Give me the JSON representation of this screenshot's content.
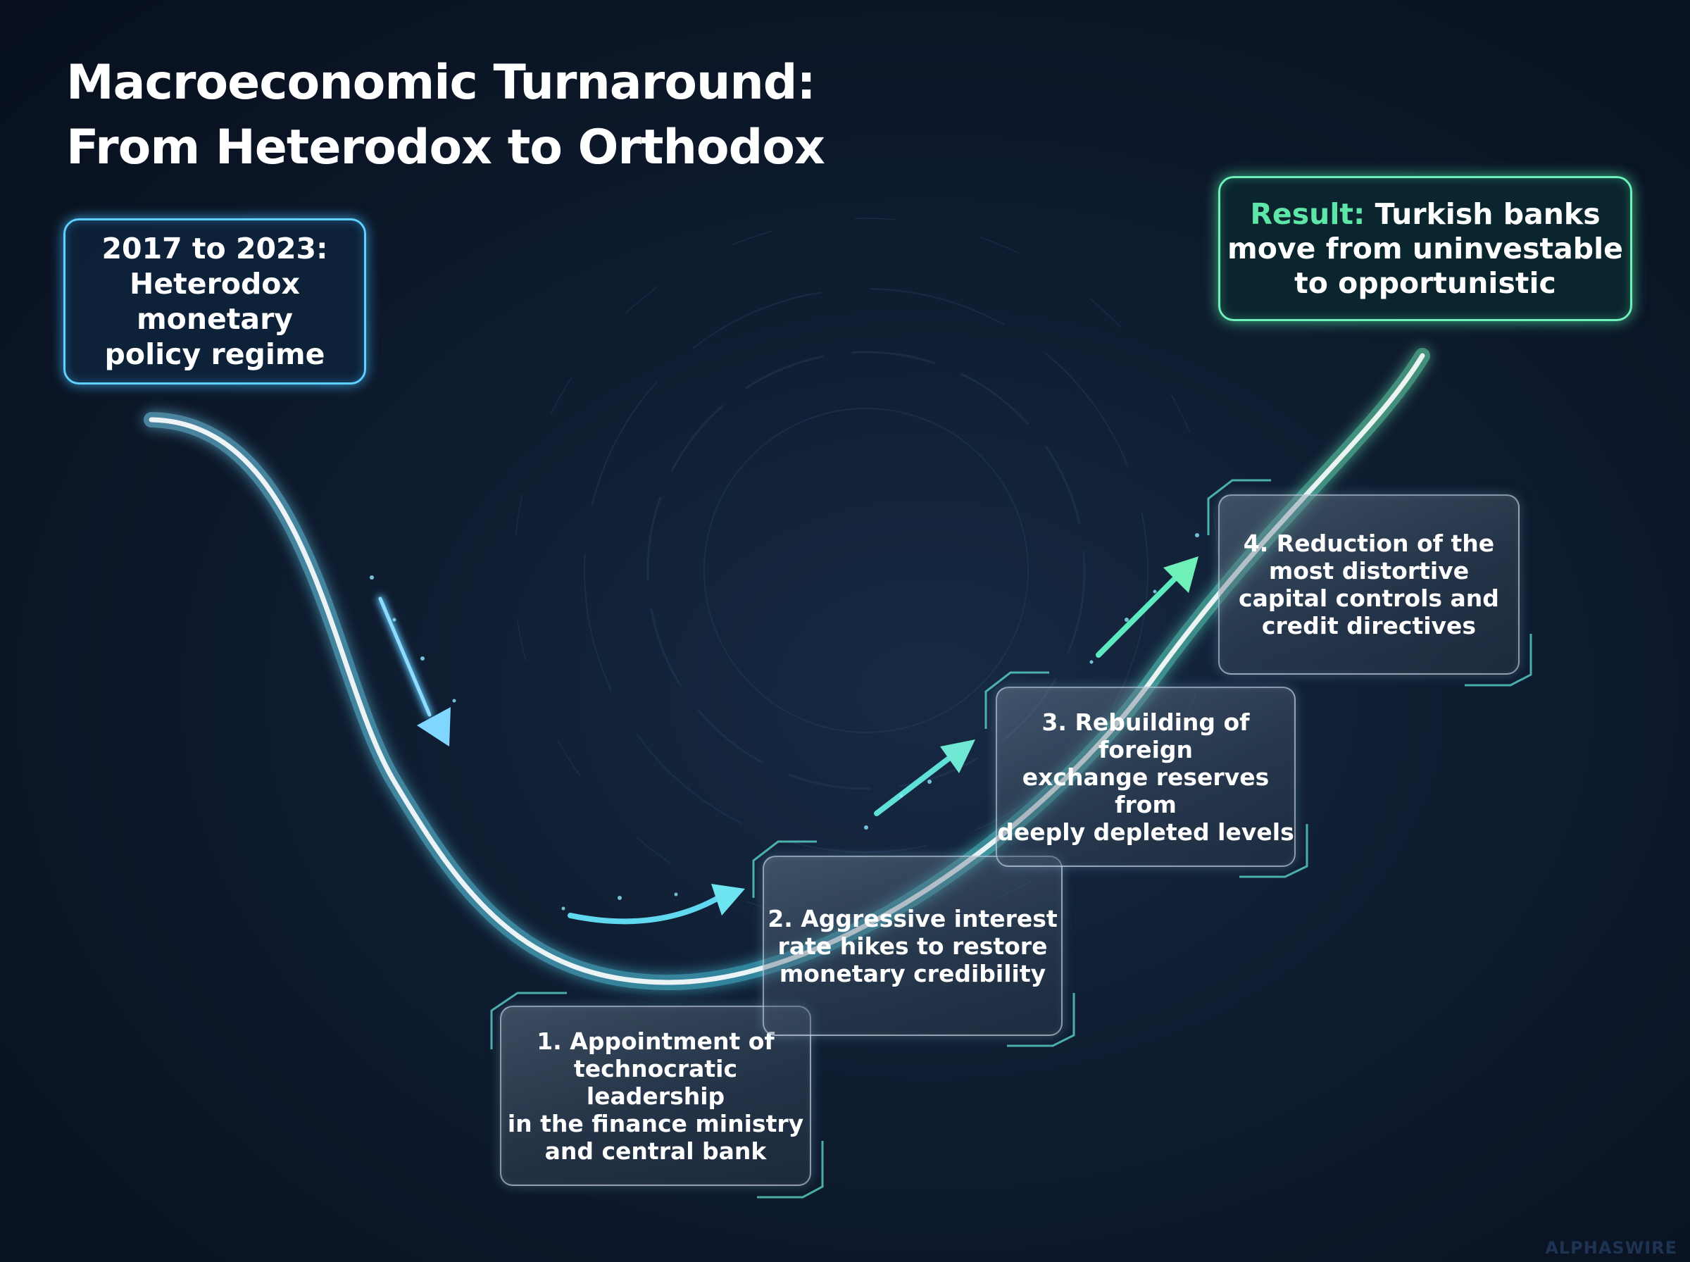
{
  "title": {
    "line1": "Macroeconomic Turnaround:",
    "line2": "From Heterodox to Orthodox"
  },
  "start": {
    "line1": "2017 to 2023:",
    "line2": "Heterodox",
    "line3": "monetary",
    "line4": "policy regime"
  },
  "result": {
    "label": "Result:",
    "line1": "Turkish banks",
    "line2": "move from uninvestable",
    "line3": "to opportunistic"
  },
  "steps": [
    {
      "lines": [
        "1. Appointment of",
        "technocratic leadership",
        "in the finance ministry",
        "and central bank"
      ]
    },
    {
      "lines": [
        "2. Aggressive interest",
        "rate hikes to restore",
        "monetary credibility"
      ]
    },
    {
      "lines": [
        "3. Rebuilding of foreign",
        "exchange reserves from",
        "deeply depleted levels"
      ]
    },
    {
      "lines": [
        "4. Reduction of the",
        "most distortive",
        "capital controls and",
        "credit directives"
      ]
    }
  ],
  "watermark": "ALPHASWIRE",
  "colors": {
    "background": "#0c1829",
    "curve_start": "#5fd0ff",
    "curve_end": "#6ff0b8",
    "accent_result": "#5ee6a8"
  },
  "icons": [
    "arrow-down-right-icon",
    "arrow-up-right-icon"
  ]
}
